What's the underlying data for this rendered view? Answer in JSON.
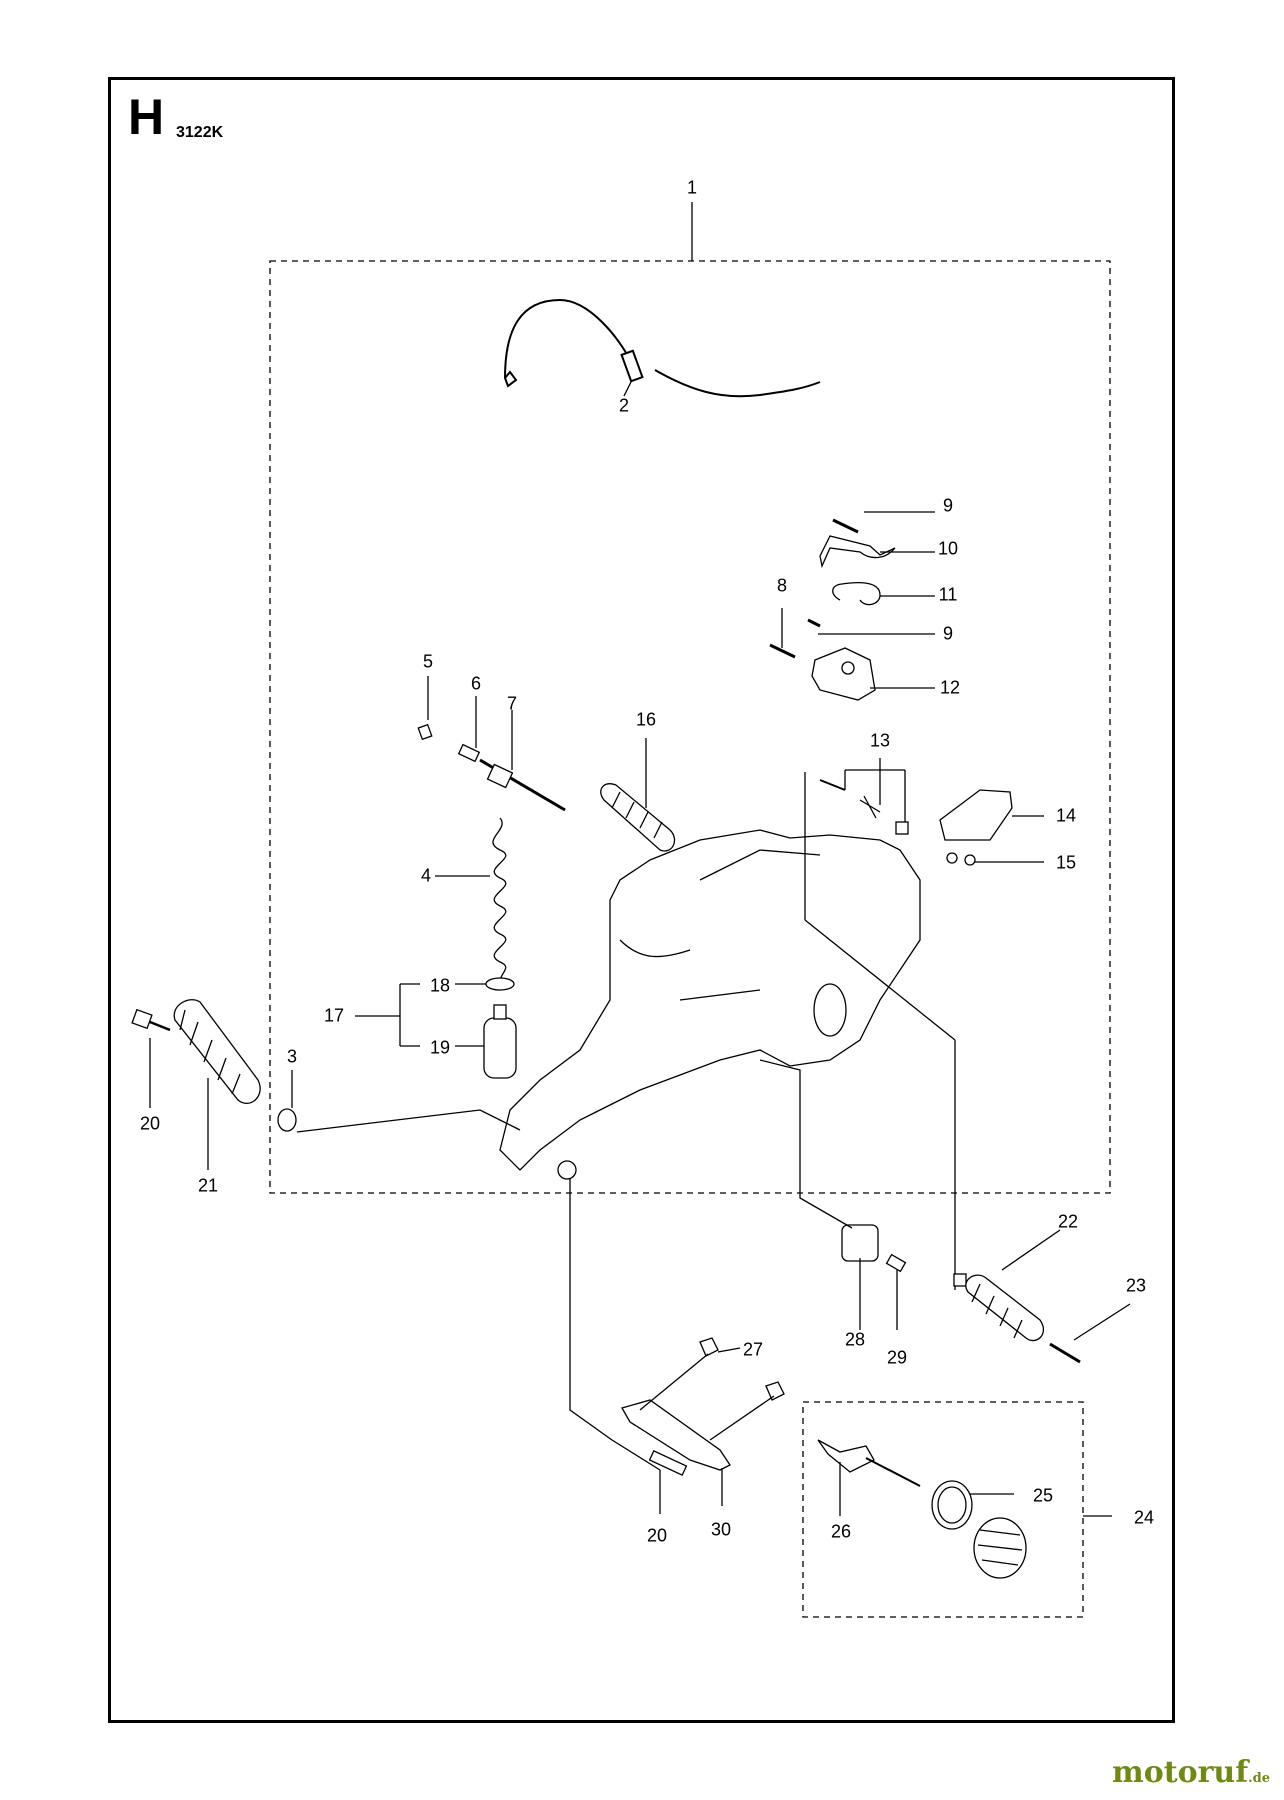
{
  "section_letter": "H",
  "model_code": "3122K",
  "watermark": {
    "brand": "motoruf",
    "tld": ".de",
    "color": "#6e8a14"
  },
  "callouts": [
    {
      "id": "c1",
      "text": "1"
    },
    {
      "id": "c2",
      "text": "2"
    },
    {
      "id": "c3",
      "text": "3"
    },
    {
      "id": "c4",
      "text": "4"
    },
    {
      "id": "c5",
      "text": "5"
    },
    {
      "id": "c6",
      "text": "6"
    },
    {
      "id": "c7",
      "text": "7"
    },
    {
      "id": "c8",
      "text": "8"
    },
    {
      "id": "c9a",
      "text": "9"
    },
    {
      "id": "c9b",
      "text": "9"
    },
    {
      "id": "c10",
      "text": "10"
    },
    {
      "id": "c11",
      "text": "11"
    },
    {
      "id": "c12",
      "text": "12"
    },
    {
      "id": "c13",
      "text": "13"
    },
    {
      "id": "c14",
      "text": "14"
    },
    {
      "id": "c15",
      "text": "15"
    },
    {
      "id": "c16",
      "text": "16"
    },
    {
      "id": "c17",
      "text": "17"
    },
    {
      "id": "c18",
      "text": "18"
    },
    {
      "id": "c19",
      "text": "19"
    },
    {
      "id": "c20a",
      "text": "20"
    },
    {
      "id": "c20b",
      "text": "20"
    },
    {
      "id": "c21",
      "text": "21"
    },
    {
      "id": "c22",
      "text": "22"
    },
    {
      "id": "c23",
      "text": "23"
    },
    {
      "id": "c24",
      "text": "24"
    },
    {
      "id": "c25",
      "text": "25"
    },
    {
      "id": "c26",
      "text": "26"
    },
    {
      "id": "c27",
      "text": "27"
    },
    {
      "id": "c28",
      "text": "28"
    },
    {
      "id": "c29",
      "text": "29"
    },
    {
      "id": "c30",
      "text": "30"
    }
  ]
}
